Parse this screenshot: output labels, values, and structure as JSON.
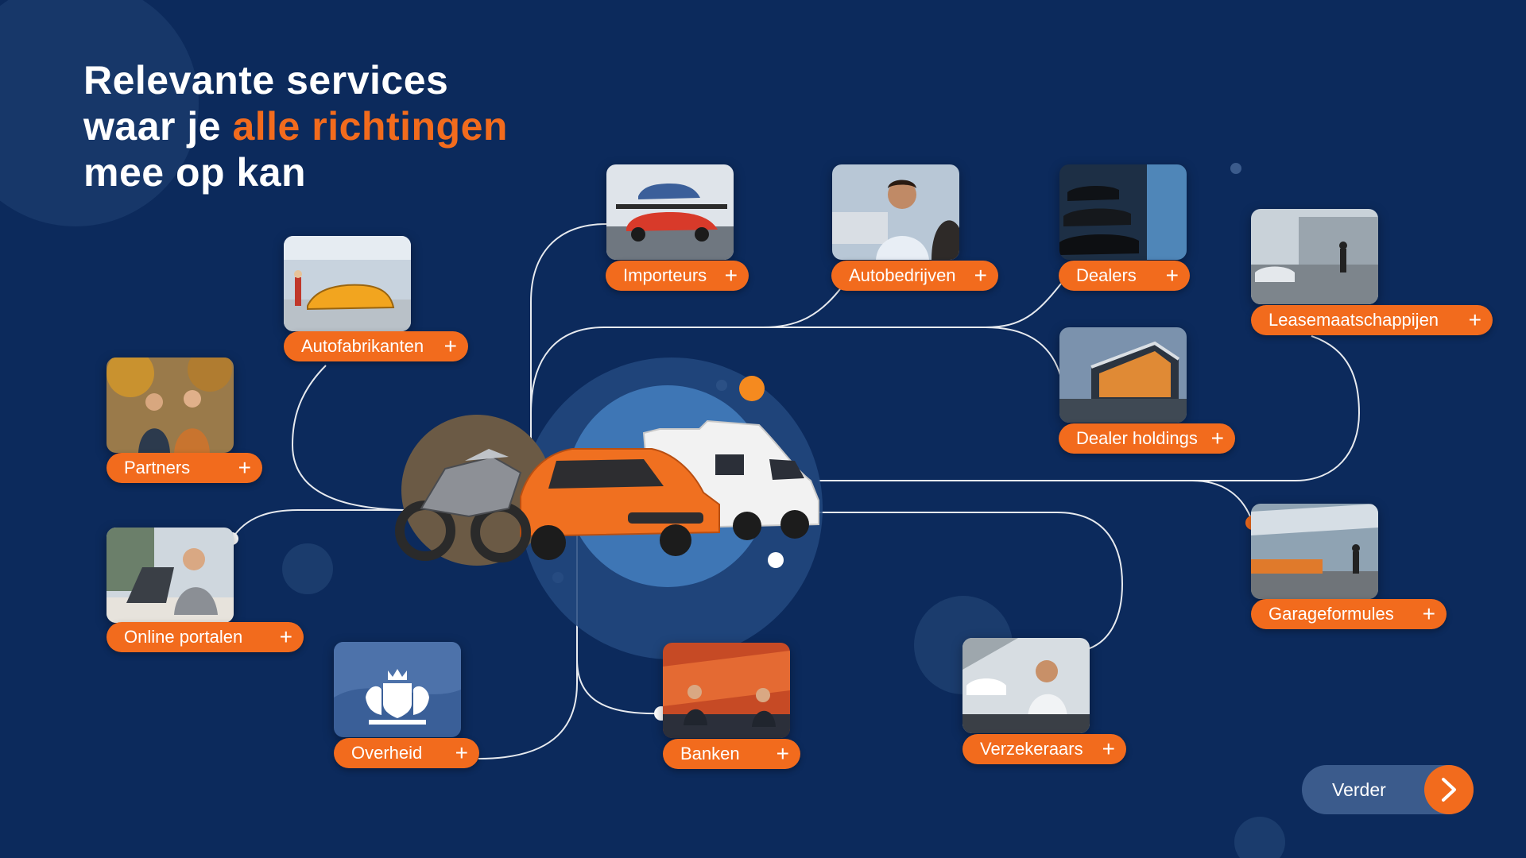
{
  "headline": {
    "line1": "Relevante services",
    "line2_prefix": "waar je ",
    "line2_accent": "alle richtingen",
    "line3": "mee op kan"
  },
  "services": [
    {
      "id": "importeurs",
      "label": "Importeurs",
      "plus": "+",
      "icon": "car-transporter-photo"
    },
    {
      "id": "autobedrijven",
      "label": "Autobedrijven",
      "plus": "+",
      "icon": "salesman-photo"
    },
    {
      "id": "dealers",
      "label": "Dealers",
      "plus": "+",
      "icon": "showroom-cars-photo"
    },
    {
      "id": "leasemaatschappijen",
      "label": "Leasemaatschappijen",
      "plus": "+",
      "icon": "lease-parking-photo"
    },
    {
      "id": "autofabrikanten",
      "label": "Autofabrikanten",
      "plus": "+",
      "icon": "car-factory-photo"
    },
    {
      "id": "dealer-holdings",
      "label": "Dealer holdings",
      "plus": "+",
      "icon": "dealer-building-photo"
    },
    {
      "id": "partners",
      "label": "Partners",
      "plus": "+",
      "icon": "handshake-photo"
    },
    {
      "id": "online-portalen",
      "label": "Online portalen",
      "plus": "+",
      "icon": "laptop-user-photo"
    },
    {
      "id": "garageformules",
      "label": "Garageformules",
      "plus": "+",
      "icon": "garage-photo"
    },
    {
      "id": "overheid",
      "label": "Overheid",
      "plus": "+",
      "icon": "coat-of-arms-photo"
    },
    {
      "id": "banken",
      "label": "Banken",
      "plus": "+",
      "icon": "bank-meeting-photo"
    },
    {
      "id": "verzekeraars",
      "label": "Verzekeraars",
      "plus": "+",
      "icon": "insurance-agent-photo"
    }
  ],
  "center": {
    "icons": [
      "motorcycle-icon",
      "hatchback-car-icon",
      "camper-van-icon"
    ]
  },
  "next_button": {
    "label": "Verder",
    "icon": "chevron-right-icon"
  },
  "colors": {
    "background": "#0c2a5c",
    "accent": "#f26b1d",
    "text": "#ffffff",
    "button_bg": "#3b5b8c"
  }
}
